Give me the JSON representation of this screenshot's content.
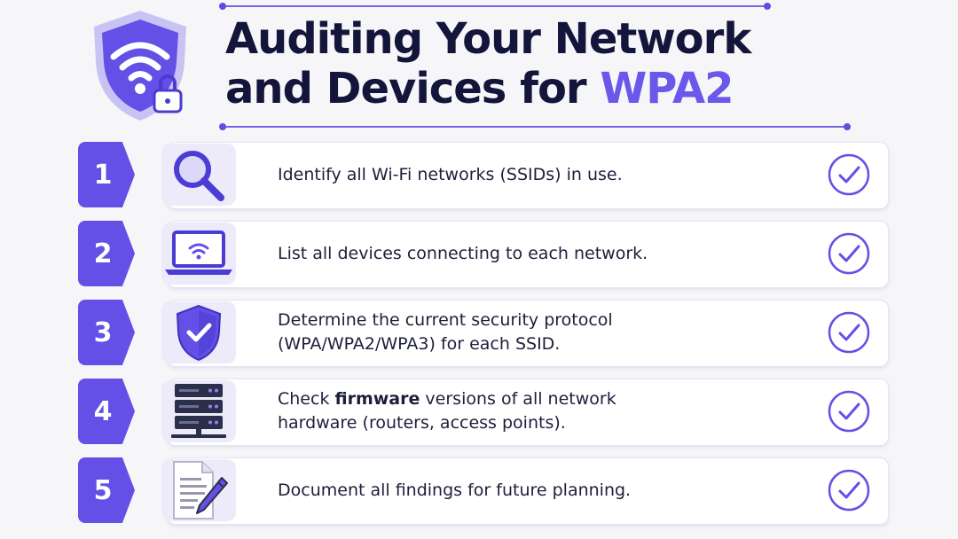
{
  "title": {
    "line1": "Auditing Your Network",
    "line2_prefix": "and Devices for ",
    "line2_accent": "WPA2"
  },
  "colors": {
    "accent": "#6450e6",
    "title": "#13153a",
    "text": "#1d1f3a",
    "tile": "#edebfa"
  },
  "steps": [
    {
      "number": "1",
      "icon": "magnifying-glass-icon",
      "text": "Identify all Wi-Fi networks (SSIDs) in use."
    },
    {
      "number": "2",
      "icon": "laptop-wifi-icon",
      "text": "List all devices connecting to each network."
    },
    {
      "number": "3",
      "icon": "shield-check-icon",
      "line1": "Determine the current security protocol",
      "line2": "(WPA/WPA2/WPA3) for each SSID."
    },
    {
      "number": "4",
      "icon": "server-rack-icon",
      "line1_pre": "Check ",
      "line1_bold": "firmware",
      "line1_post": " versions of all network",
      "line2": "hardware (routers, access points)."
    },
    {
      "number": "5",
      "icon": "document-pen-icon",
      "text": "Document all findings for future planning."
    }
  ]
}
